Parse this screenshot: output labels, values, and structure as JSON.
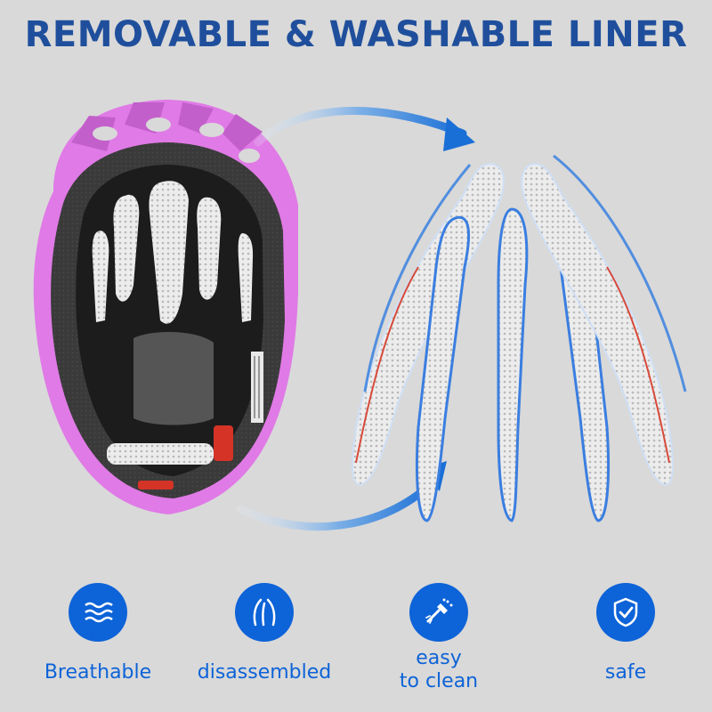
{
  "title": "REMOVABLE & WASHABLE LINER",
  "colors": {
    "title": "#1f4f9c",
    "accent": "#0d63d8",
    "helmet_shell": "#e07ae6",
    "background": "#d9d9d9"
  },
  "features": [
    {
      "icon": "waves-icon",
      "label": "Breathable"
    },
    {
      "icon": "liner-pads-icon",
      "label": "disassembled"
    },
    {
      "icon": "washing-spray-icon",
      "label": "easy\nto clean"
    },
    {
      "icon": "shield-check-icon",
      "label": "safe"
    }
  ]
}
